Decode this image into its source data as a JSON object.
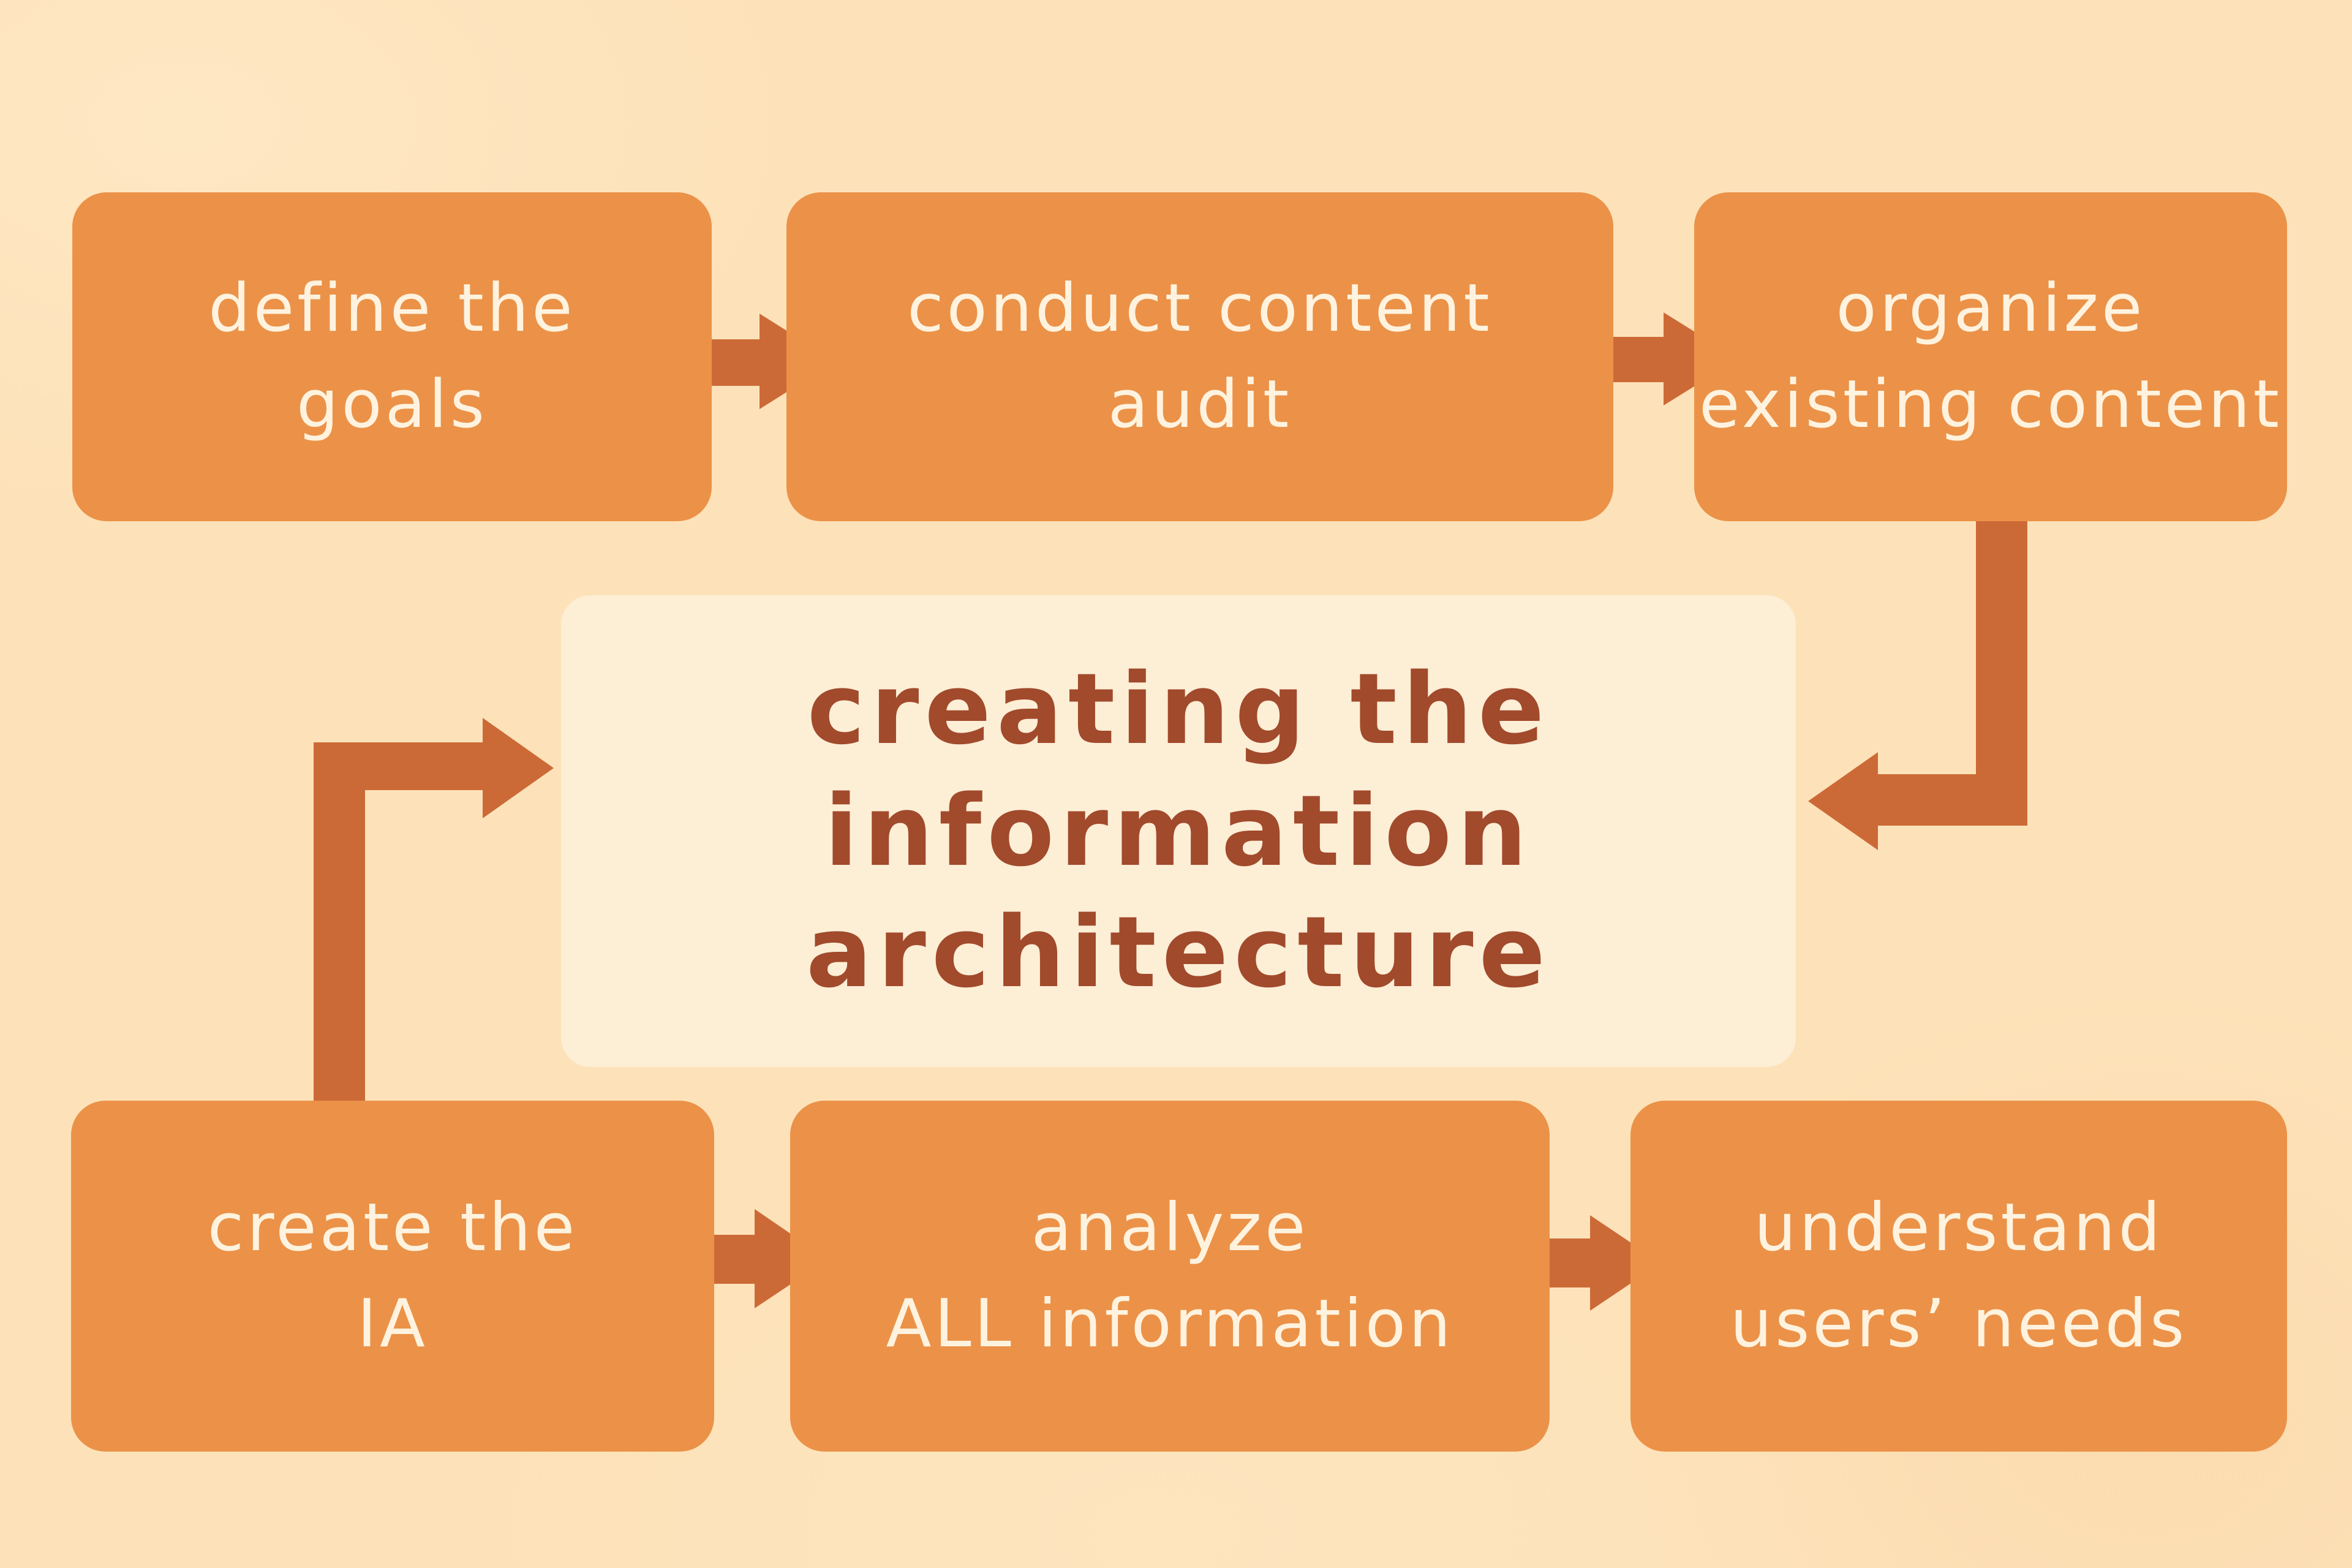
{
  "colors": {
    "background": "#fde2b9",
    "step_box": "#eb9248",
    "step_text": "#fff3df",
    "center_box": "#fdeed6",
    "center_text": "#a14a2c",
    "arrow": "#cc6a37"
  },
  "diagram": {
    "center": {
      "lines": [
        "creating the",
        "information",
        "architecture"
      ]
    },
    "steps": [
      {
        "id": "define-goals",
        "lines": [
          "define the",
          "goals"
        ]
      },
      {
        "id": "content-audit",
        "lines": [
          "conduct content",
          "audit"
        ]
      },
      {
        "id": "organize-content",
        "lines": [
          "organize",
          "existing content"
        ]
      },
      {
        "id": "understand-needs",
        "lines": [
          "understand",
          "users’ needs"
        ]
      },
      {
        "id": "analyze-information",
        "lines": [
          "analyze",
          "ALL information"
        ]
      },
      {
        "id": "create-ia",
        "lines": [
          "create the",
          "IA"
        ]
      }
    ],
    "flow": [
      "define the goals → conduct content audit",
      "conduct content audit → organize existing content",
      "organize existing content → creating the information architecture",
      "analyze ALL information → understand users’ needs",
      "create the IA → analyze ALL information",
      "create the IA → creating the information architecture"
    ]
  }
}
